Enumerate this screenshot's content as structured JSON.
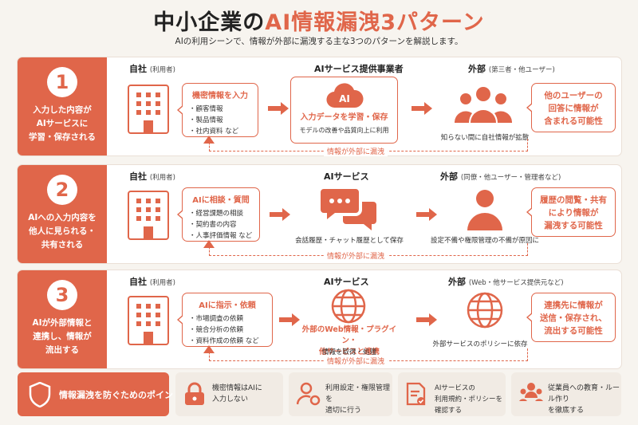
{
  "title_prefix": "中小企業の",
  "title_accent": "AI情報漏洩3パターン",
  "subtitle": "AIの利用シーンで、情報が外部に漏洩する主な3つのパターンを解説します。",
  "rows": [
    {
      "number": "1",
      "description": "入力した内容が\nAIサービスに\n学習・保存される",
      "col1_head": "自社",
      "col1_sub": "(利用者)",
      "col2_head": "AIサービス提供事業者",
      "col3_head": "外部",
      "col3_sub": "(第三者・他ユーザー)",
      "bubble_title": "機密情報を入力",
      "bubble_items": [
        "顧客情報",
        "製品情報",
        "社内資料 など"
      ],
      "service_icon_text": "AI",
      "service_text": "入力データを学習・保存",
      "service_note": "モデルの改善や品質向上に利用",
      "external_note": "知らない間に自社情報が拡散",
      "result": "他のユーザーの\n回答に情報が\n含まれる可能性",
      "leak_label": "情報が外部に漏洩"
    },
    {
      "number": "2",
      "description": "AIへの入力内容を\n他人に見られる・\n共有される",
      "col1_head": "自社",
      "col1_sub": "(利用者)",
      "col2_head": "AIサービス",
      "col3_head": "外部",
      "col3_sub": "(同僚・他ユーザー・管理者など)",
      "bubble_title": "AIに相談・質問",
      "bubble_items": [
        "経営課題の相談",
        "契約書の内容",
        "人事評価情報 など"
      ],
      "service_note": "会話履歴・チャット履歴として保存",
      "external_note": "設定不備や権限管理の不備が原因に",
      "result": "履歴の閲覧・共有\nにより情報が\n漏洩する可能性",
      "leak_label": "情報が外部に漏洩"
    },
    {
      "number": "3",
      "description": "AIが外部情報と\n連携し、情報が\n流出する",
      "col1_head": "自社",
      "col1_sub": "(利用者)",
      "col2_head": "AIサービス",
      "col3_head": "外部",
      "col3_sub": "(Web・他サービス提供元など)",
      "bubble_title": "AIに指示・依頼",
      "bubble_items": [
        "市場調査の依頼",
        "競合分析の依頼",
        "資料作成の依頼 など"
      ],
      "service_text": "外部のWeb情報・プラグイン・\n他サービスと連携",
      "service_note": "情報を取得・処理",
      "external_note": "外部サービスのポリシーに依存",
      "result": "連携先に情報が\n送信・保存され、\n流出する可能性",
      "leak_label": "情報が外部に漏洩"
    }
  ],
  "footer": {
    "main": "情報漏洩を防ぐためのポイント",
    "items": [
      {
        "icon": "lock-icon",
        "text": "機密情報はAIに\n入力しない"
      },
      {
        "icon": "user-settings-icon",
        "text": "利用設定・権限管理を\n適切に行う"
      },
      {
        "icon": "document-check-icon",
        "text": "AIサービスの\n利用規約・ポリシーを確認する"
      },
      {
        "icon": "group-icon",
        "text": "従業員への教育・ルール作り\nを徹底する"
      }
    ]
  },
  "colors": {
    "accent": "#e0664a",
    "background": "#f7f4ef"
  }
}
